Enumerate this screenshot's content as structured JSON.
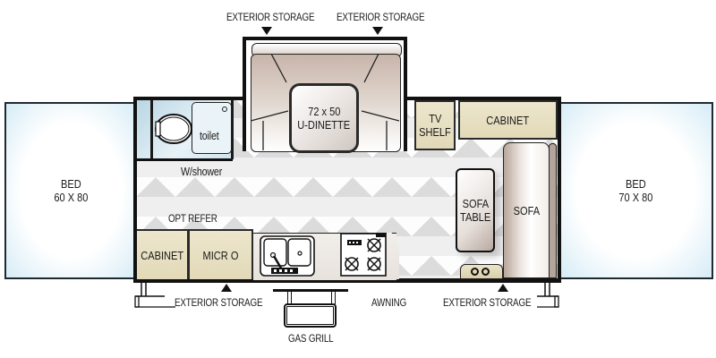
{
  "floorplan": {
    "beds": [
      {
        "label": "BED",
        "size": "60 X 80"
      },
      {
        "label": "BED",
        "size": "70 X 80"
      }
    ],
    "bathroom": {
      "toilet": "toilet",
      "shower": "W/shower"
    },
    "dinette": {
      "size": "72 x 50",
      "label": "U-DINETTE"
    },
    "tv_shelf": {
      "line1": "TV",
      "line2": "SHELF"
    },
    "cabinet_top": "CABINET",
    "sofa_table": {
      "line1": "SOFA",
      "line2": "TABLE"
    },
    "sofa": "SOFA",
    "opt_refer": "OPT REFER",
    "cabinet_bottom": "CABINET",
    "microwave": "MICR O",
    "exterior_storage": [
      "EXTERIOR STORAGE",
      "EXTERIOR STORAGE",
      "EXTERIOR STORAGE",
      "EXTERIOR STORAGE"
    ],
    "awning": "AWNING",
    "gas_grill": "GAS GRILL",
    "icons": [
      "sink-icon",
      "stove-icon",
      "toilet-icon",
      "outlet-icon",
      "storage-arrow-icon"
    ],
    "colors": {
      "bed_edge": "#d6ecf6",
      "cabinet": "#e8e0c2",
      "cushion": "#b8a59a",
      "wall": "#111111"
    }
  }
}
